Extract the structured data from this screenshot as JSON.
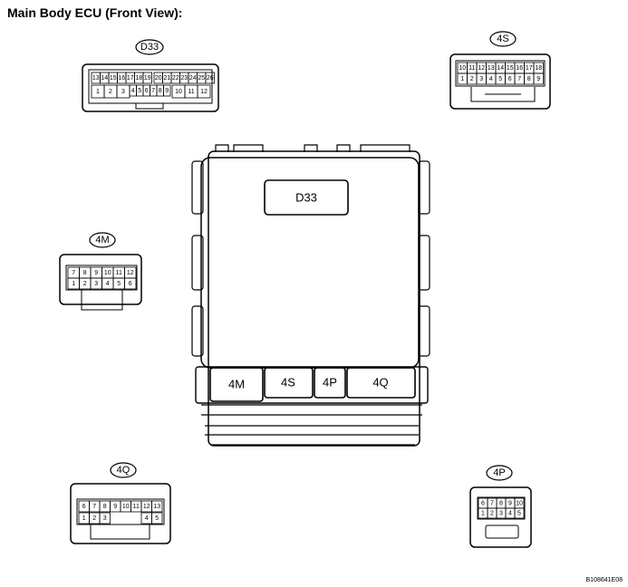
{
  "title": "Main Body ECU (Front View):",
  "image_code": "B108641E08",
  "ecu_labels": {
    "d33": "D33",
    "m4": "4M",
    "s4": "4S",
    "p4": "4P",
    "q4": "4Q"
  },
  "connectors": {
    "d33": {
      "label": "D33",
      "top_left": [
        "13",
        "14",
        "15",
        "16",
        "17",
        "18",
        "19"
      ],
      "top_right": [
        "20",
        "21",
        "22",
        "23",
        "24",
        "25",
        "26"
      ],
      "bottom_left": [
        "1",
        "2",
        "3"
      ],
      "bottom_mid": [
        "4",
        "5",
        "6",
        "7",
        "8",
        "9"
      ],
      "bottom_right": [
        "10",
        "11",
        "12"
      ]
    },
    "s4": {
      "label": "4S",
      "top": [
        "10",
        "11",
        "12",
        "13",
        "14",
        "15",
        "16",
        "17",
        "18"
      ],
      "bottom": [
        "1",
        "2",
        "3",
        "4",
        "5",
        "6",
        "7",
        "8",
        "9"
      ]
    },
    "m4": {
      "label": "4M",
      "top": [
        "7",
        "8",
        "9",
        "10",
        "11",
        "12"
      ],
      "bottom": [
        "1",
        "2",
        "3",
        "4",
        "5",
        "6"
      ]
    },
    "q4": {
      "label": "4Q",
      "top": [
        "6",
        "7",
        "8",
        "9",
        "10",
        "11",
        "12",
        "13"
      ],
      "bottom_left": [
        "1",
        "2",
        "3"
      ],
      "bottom_right": [
        "4",
        "5"
      ]
    },
    "p4": {
      "label": "4P",
      "top": [
        "6",
        "7",
        "8",
        "9",
        "10"
      ],
      "bottom": [
        "1",
        "2",
        "3",
        "4",
        "5"
      ]
    }
  }
}
